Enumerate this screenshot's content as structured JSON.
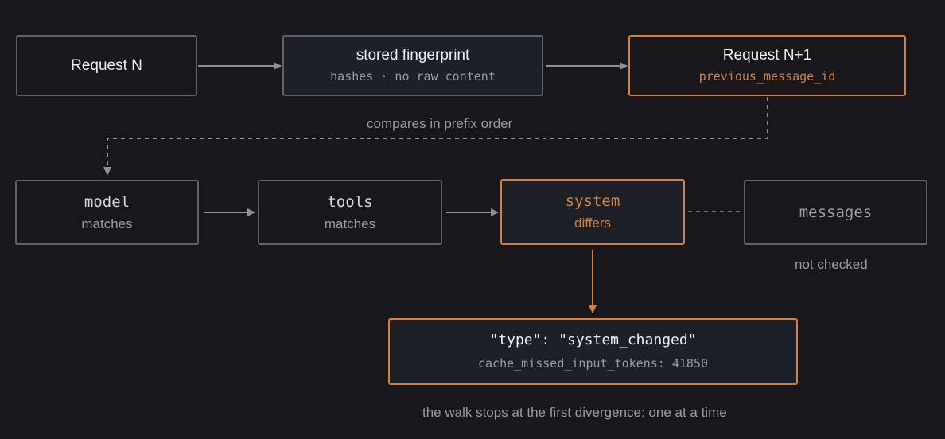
{
  "request_n": {
    "title": "Request N"
  },
  "fingerprint": {
    "title": "stored fingerprint",
    "sub": "hashes · no raw content"
  },
  "request_n1": {
    "title": "Request N+1",
    "sub": "previous_message_id"
  },
  "compare_label": "compares in prefix order",
  "model": {
    "title": "model",
    "status": "matches"
  },
  "tools": {
    "title": "tools",
    "status": "matches"
  },
  "system": {
    "title": "system",
    "status": "differs"
  },
  "messages": {
    "title": "messages",
    "status": "not checked"
  },
  "result": {
    "type_line": "\"type\": \"system_changed\"",
    "tokens_line": "cache_missed_input_tokens: 41850"
  },
  "footer": "the walk stops at the first divergence: one at a time",
  "colors": {
    "accent": "#d77f3e",
    "border": "#5f6268",
    "background": "#18181c",
    "fill": "#1d2027"
  }
}
